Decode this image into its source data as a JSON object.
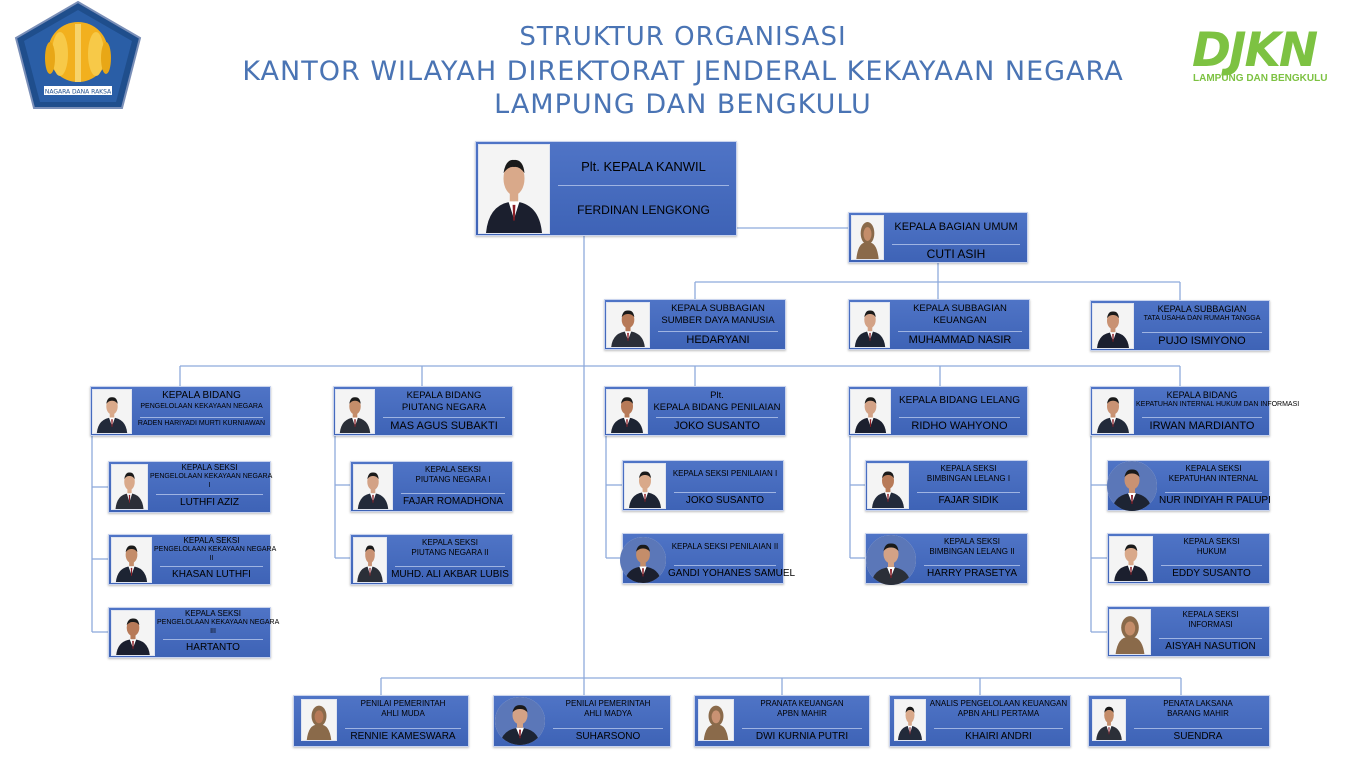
{
  "header": {
    "title_line1": "STRUKTUR ORGANISASI",
    "title_line2": "KANTOR WILAYAH DIREKTORAT JENDERAL KEKAYAAN NEGARA",
    "title_line3": "LAMPUNG DAN BENGKULU",
    "emblem_text": "NAGARA DANA RAKSA",
    "logo_main": "DJKN",
    "logo_sub": "LAMPUNG DAN BENGKULU"
  },
  "colors": {
    "box": "#3f64b8",
    "title": "#4a74b4",
    "line": "#8eaadc",
    "logo_green": "#7dc242"
  },
  "nodes": {
    "kakanwil": {
      "role1": "Plt. KEPALA KANWIL",
      "name": "FERDINAN LENGKONG"
    },
    "kabag_umum": {
      "role1": "KEPALA BAGIAN UMUM",
      "name": "CUTI ASIH"
    },
    "sub_sdm": {
      "role1": "KEPALA SUBBAGIAN",
      "role2": "SUMBER DAYA MANUSIA",
      "name": "HEDARYANI"
    },
    "sub_keu": {
      "role1": "KEPALA SUBBAGIAN",
      "role2": "KEUANGAN",
      "name": "MUHAMMAD NASIR"
    },
    "sub_tu": {
      "role1": "KEPALA SUBBAGIAN",
      "role2": "TATA USAHA DAN RUMAH TANGGA",
      "name": "PUJO ISMIYONO"
    },
    "bid_pkn": {
      "role1": "KEPALA BIDANG",
      "role2": "PENGELOLAAN KEKAYAAN NEGARA",
      "name": "RADEN HARIYADI MURTI KURNIAWAN"
    },
    "bid_pn": {
      "role1": "KEPALA BIDANG",
      "role2": "PIUTANG NEGARA",
      "name": "MAS AGUS SUBAKTI"
    },
    "bid_pen": {
      "role1": "Plt.",
      "role2": "KEPALA BIDANG PENILAIAN",
      "name": "JOKO SUSANTO"
    },
    "bid_lel": {
      "role1": "KEPALA BIDANG LELANG",
      "name": "RIDHO WAHYONO"
    },
    "bid_kih": {
      "role1": "KEPALA BIDANG",
      "role2": "KEPATUHAN INTERNAL HUKUM DAN INFORMASI",
      "name": "IRWAN MARDIANTO"
    },
    "pkn1": {
      "role1": "KEPALA SEKSI",
      "role2": "PENGELOLAAN KEKAYAAN NEGARA",
      "role3": "I",
      "name": "LUTHFI AZIZ"
    },
    "pkn2": {
      "role1": "KEPALA SEKSI",
      "role2": "PENGELOLAAN KEKAYAAN NEGARA",
      "role3": "II",
      "name": "KHASAN LUTHFI"
    },
    "pkn3": {
      "role1": "KEPALA SEKSI",
      "role2": "PENGELOLAAN KEKAYAAN NEGARA",
      "role3": "III",
      "name": "HARTANTO"
    },
    "pn1": {
      "role1": "KEPALA SEKSI",
      "role2": "PIUTANG NEGARA I",
      "name": "FAJAR ROMADHONA"
    },
    "pn2": {
      "role1": "KEPALA SEKSI",
      "role2": "PIUTANG NEGARA II",
      "name": "MUHD. ALI AKBAR LUBIS"
    },
    "pen1": {
      "role1": "KEPALA SEKSI PENILAIAN I",
      "name": "JOKO SUSANTO"
    },
    "pen2": {
      "role1": "KEPALA SEKSI PENILAIAN II",
      "name": "GANDI YOHANES SAMUEL"
    },
    "lel1": {
      "role1": "KEPALA SEKSI",
      "role2": "BIMBINGAN LELANG I",
      "name": "FAJAR SIDIK"
    },
    "lel2": {
      "role1": "KEPALA SEKSI",
      "role2": "BIMBINGAN LELANG II",
      "name": "HARRY PRASETYA"
    },
    "kih1": {
      "role1": "KEPALA SEKSI",
      "role2": "KEPATUHAN INTERNAL",
      "name": "NUR INDIYAH R PALUPI"
    },
    "kih2": {
      "role1": "KEPALA SEKSI",
      "role2": "HUKUM",
      "name": "EDDY SUSANTO"
    },
    "kih3": {
      "role1": "KEPALA SEKSI",
      "role2": "INFORMASI",
      "name": "AISYAH NASUTION"
    },
    "jf1": {
      "role1": "PENILAI PEMERINTAH",
      "role2": "AHLI MUDA",
      "name": "RENNIE KAMESWARA"
    },
    "jf2": {
      "role1": "PENILAI PEMERINTAH",
      "role2": "AHLI MADYA",
      "name": "SUHARSONO"
    },
    "jf3": {
      "role1": "PRANATA KEUANGAN",
      "role2": "APBN MAHIR",
      "name": "DWI KURNIA PUTRI"
    },
    "jf4": {
      "role1": "ANALIS PENGELOLAAN KEUANGAN",
      "role2": "APBN AHLI PERTAMA",
      "name": "KHAIRI ANDRI"
    },
    "jf5": {
      "role1": "PENATA LAKSANA",
      "role2": "BARANG MAHIR",
      "name": "SUENDRA"
    }
  }
}
